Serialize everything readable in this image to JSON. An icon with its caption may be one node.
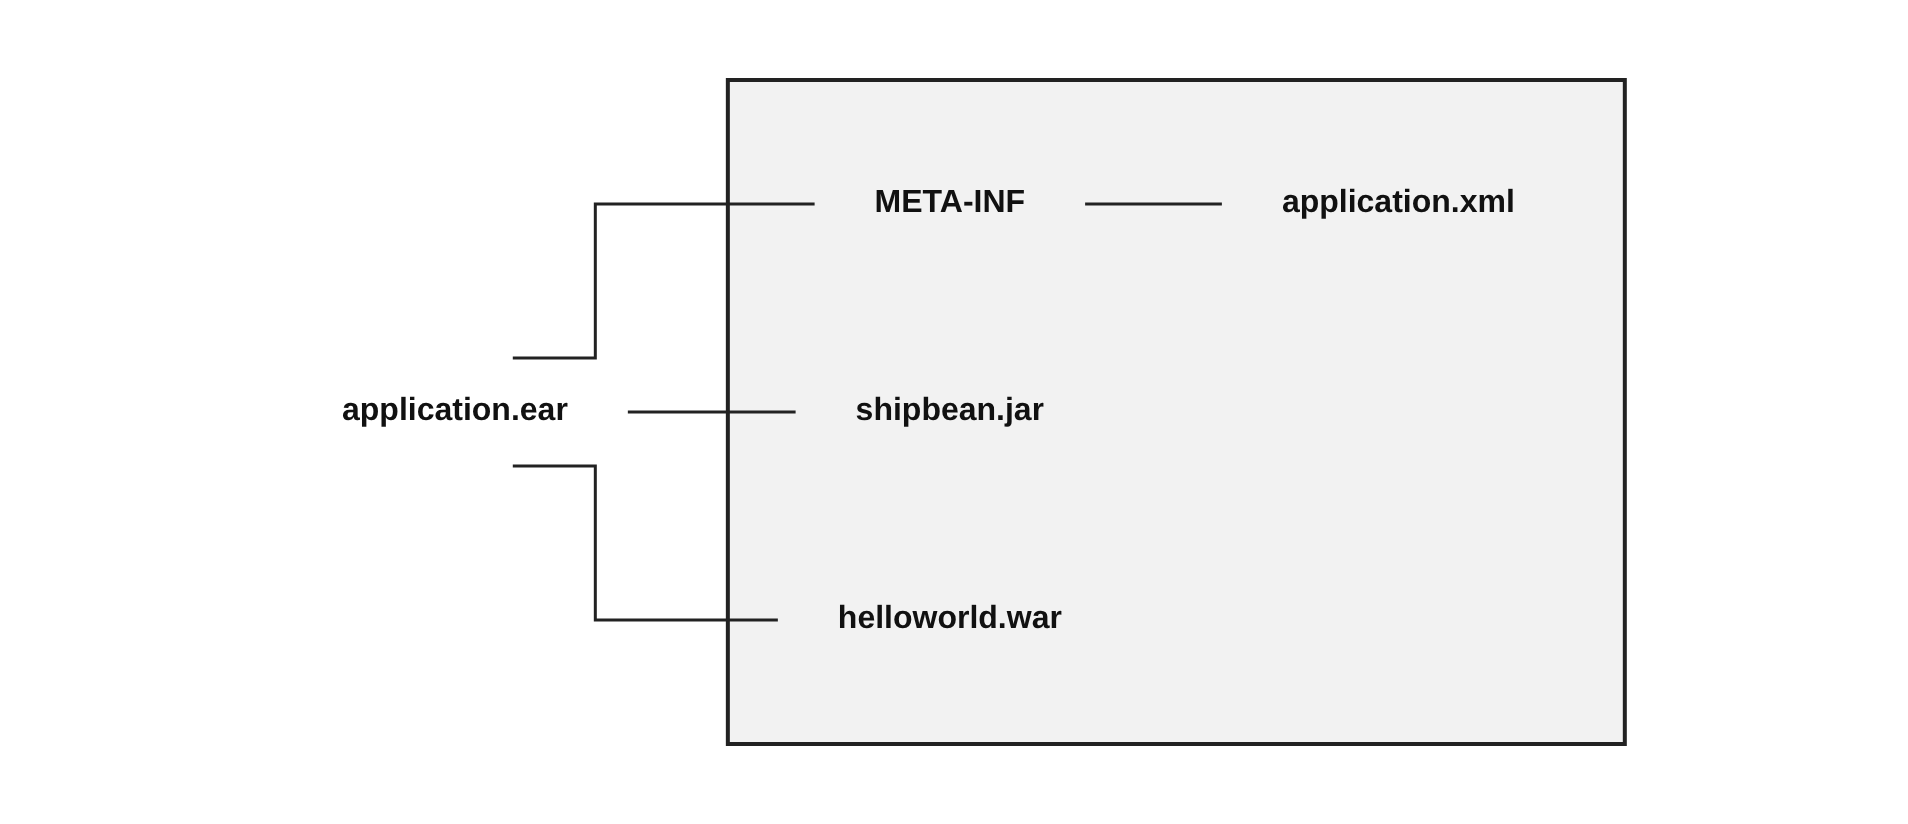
{
  "diagram": {
    "nodes": [
      {
        "text": [
          "application.ear"
        ]
      },
      {
        "text": [],
        "shape": "box"
      },
      {
        "text": [
          "META-INF"
        ],
        "in": 1
      },
      {
        "text": [
          "application.xml"
        ],
        "in": 1
      },
      {
        "text": [
          "shipbean.jar"
        ],
        "in": 1
      },
      {
        "text": [
          "helloworld.war"
        ],
        "in": 1
      }
    ],
    "edges": [
      {
        "from": 0,
        "to": 2,
        "arrow": "none"
      },
      {
        "from": 2,
        "to": 3,
        "arrow": "none"
      },
      {
        "from": 0,
        "to": 4,
        "arrow": "none"
      },
      {
        "from": 0,
        "to": 5,
        "arrow": "none"
      }
    ]
  }
}
